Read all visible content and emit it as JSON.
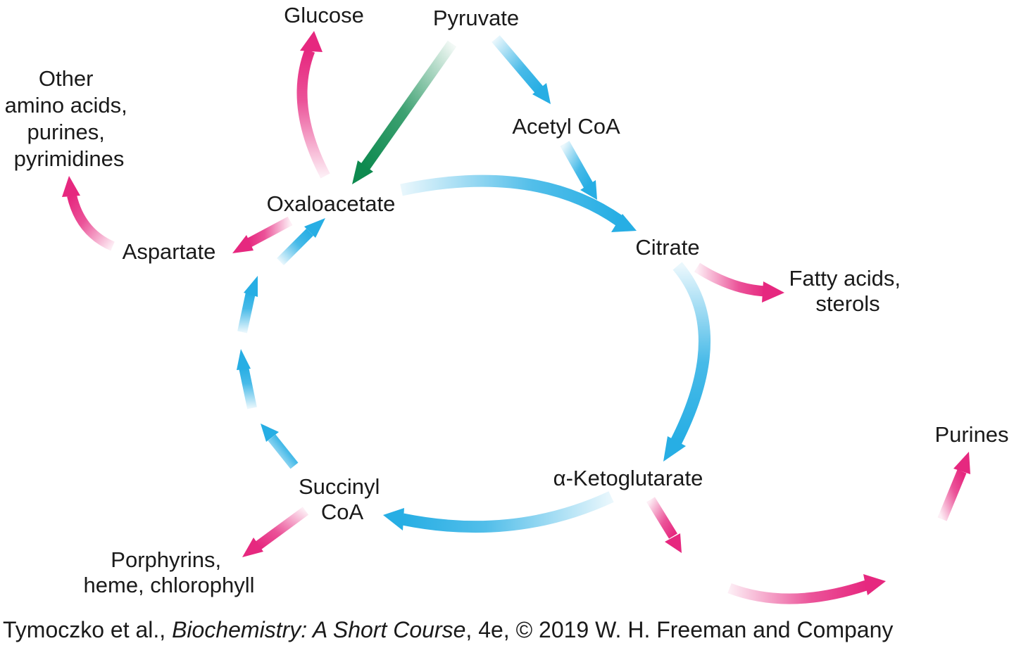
{
  "nodes": {
    "pyruvate": "Pyruvate",
    "glucose": "Glucose",
    "acetyl_coa": "Acetyl CoA",
    "oxaloacetate": "Oxaloacetate",
    "citrate": "Citrate",
    "aspartate": "Aspartate",
    "other_amino_acids": [
      "Other",
      "amino acids,",
      "purines,",
      "pyrimidines"
    ],
    "fatty_acids": [
      "Fatty acids,",
      "sterols"
    ],
    "ketoglutarate": "α-Ketoglutarate",
    "succinyl_coa": [
      "Succinyl",
      "CoA"
    ],
    "porphyrins": [
      "Porphyrins,",
      "heme, chlorophyll"
    ],
    "purines": "Purines"
  },
  "caption": {
    "prefix": "Tymoczko et al., ",
    "title": "Biochemistry: A Short Course",
    "suffix": ", 4e, © 2019 W. H. Freeman and Company"
  },
  "colors": {
    "cycle": "#27aee4",
    "biosynthesis": "#e6287f",
    "anaplerotic": "#0e8a4f",
    "text": "#1a1a1a"
  }
}
